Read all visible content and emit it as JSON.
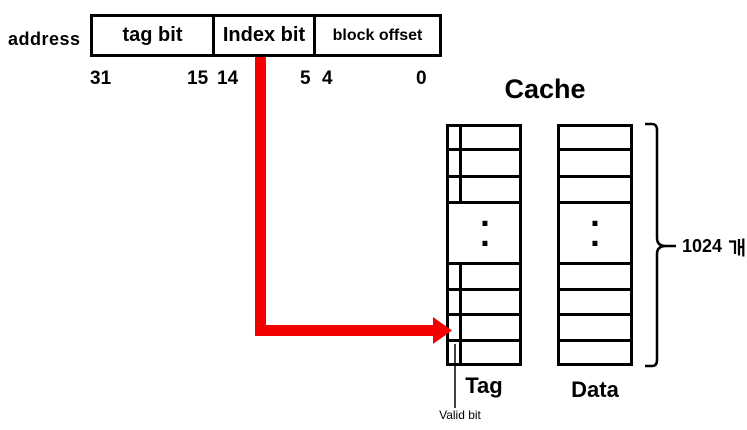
{
  "address_section": {
    "label": "address",
    "fields": [
      {
        "name": "tag bit"
      },
      {
        "name": "Index bit"
      },
      {
        "name": "block offset"
      }
    ],
    "bit_labels": [
      "31",
      "15",
      "14",
      "5",
      "4",
      "0"
    ]
  },
  "cache_section": {
    "title": "Cache",
    "tag_column_label": "Tag",
    "data_column_label": "Data",
    "valid_bit_label": "Valid bit",
    "entry_count_label": "1024 개",
    "entry_count_value": "1024",
    "entry_count_unit": "개",
    "ellipsis_dot": "·"
  },
  "colors": {
    "arrow_red": "#f40000",
    "line_black": "#000000",
    "background": "#ffffff"
  }
}
